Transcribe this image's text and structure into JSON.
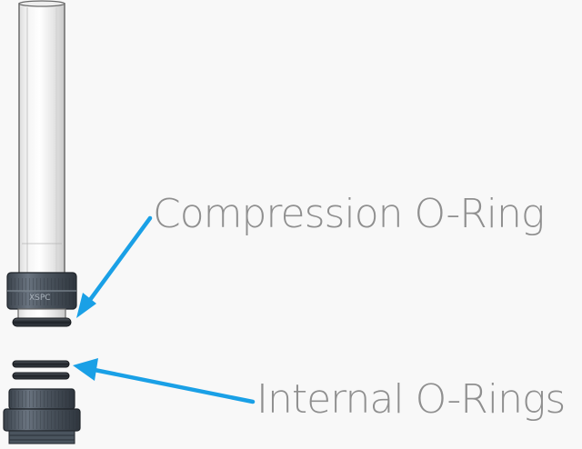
{
  "labels": {
    "compression_oring": "Compression O-Ring",
    "internal_orings": "Internal O-Rings"
  },
  "fitting_logo": "XSPC",
  "colors": {
    "background": "#f8f8f8",
    "arrow": "#1aa0e6",
    "label_text": "#8f8f8f",
    "metal_dark": "#3e4650",
    "metal_mid": "#5c6670",
    "oring": "#2a2f36",
    "tube_edge": "#6b6b6b"
  }
}
